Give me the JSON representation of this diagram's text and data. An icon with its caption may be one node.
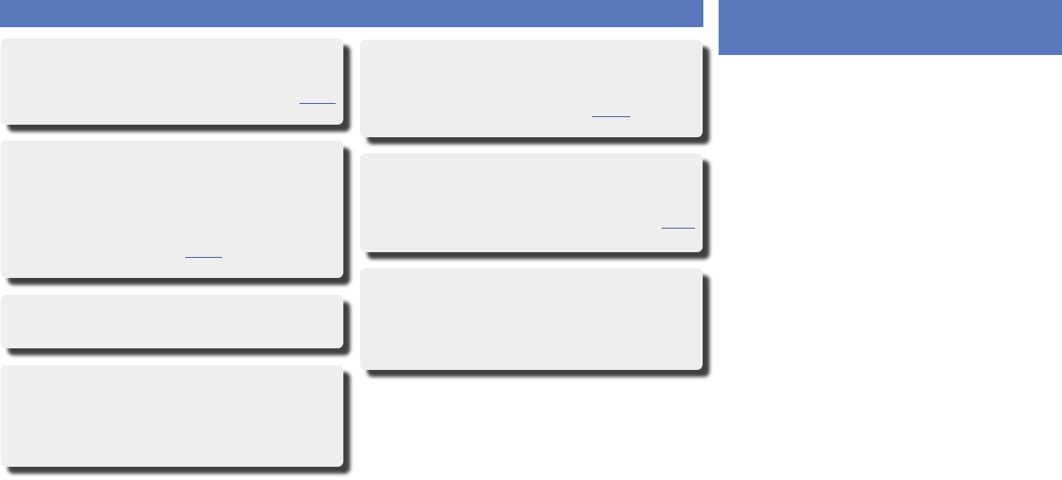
{
  "diagram": {
    "nodes": [
      {
        "text": [],
        "shape": "bar"
      },
      {
        "text": [],
        "shape": "bar"
      },
      {
        "text": [],
        "shape": "box"
      },
      {
        "text": [],
        "shape": "box"
      },
      {
        "text": [],
        "shape": "box"
      },
      {
        "text": [],
        "shape": "box"
      },
      {
        "text": [],
        "shape": "box"
      },
      {
        "text": [],
        "shape": "box"
      },
      {
        "text": [],
        "shape": "box"
      }
    ]
  }
}
